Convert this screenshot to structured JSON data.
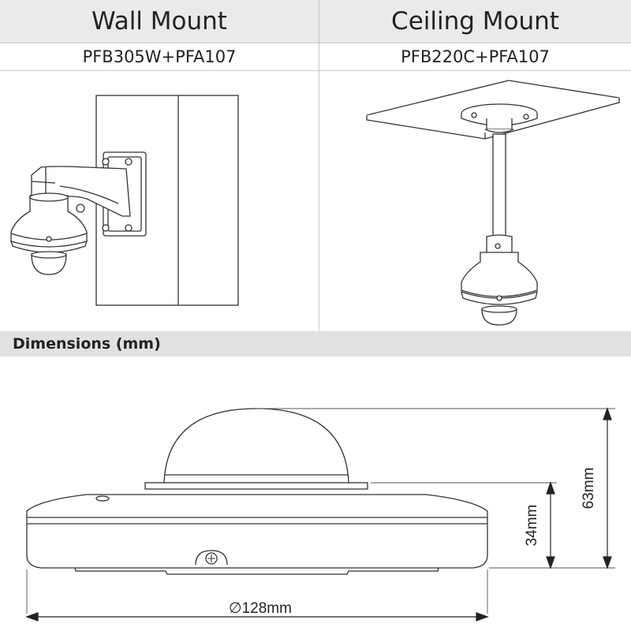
{
  "table": {
    "columns": [
      {
        "title": "Wall Mount",
        "model": "PFB305W+PFA107"
      },
      {
        "title": "Ceiling Mount",
        "model": "PFB220C+PFA107"
      }
    ]
  },
  "dimensions": {
    "section_title": "Dimensions (mm)",
    "diameter_label": "∅128mm",
    "total_height_label": "63mm",
    "body_height_label": "34mm"
  }
}
